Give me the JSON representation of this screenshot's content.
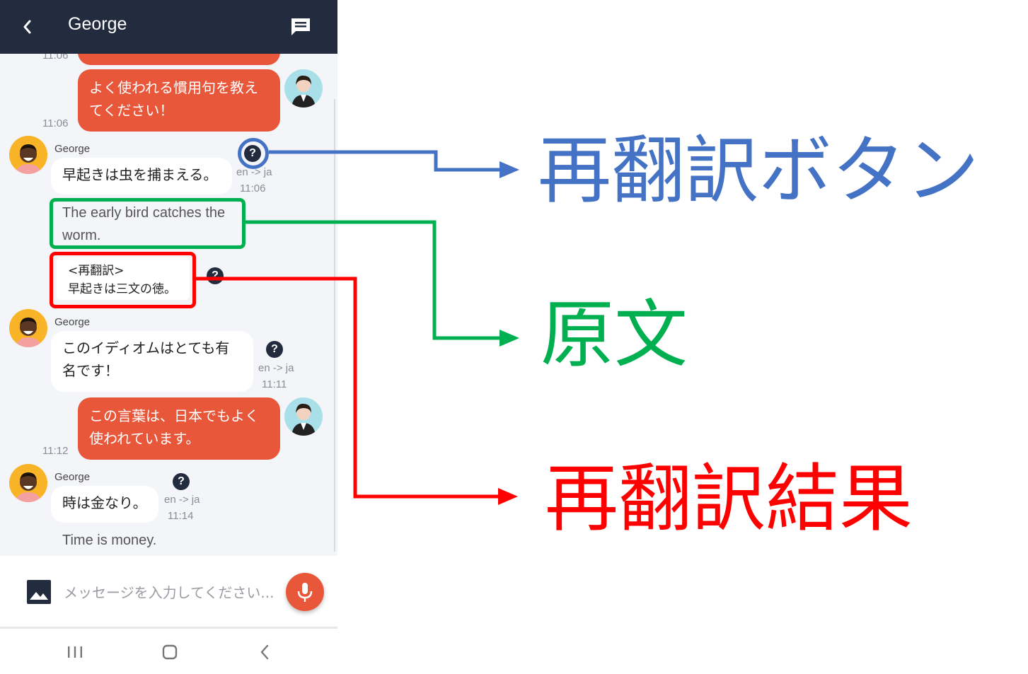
{
  "header": {
    "title": "George"
  },
  "messages": {
    "top_time": "11:06",
    "m1": {
      "text_line1": "よく使われる慣用句を教え",
      "text_line2": "てください！",
      "time": "11:06"
    },
    "m2": {
      "name": "George",
      "text": "早起きは虫を捕まえる。",
      "lang": "en -> ja",
      "time": "11:06",
      "original_line1": "The early bird catches the",
      "original_line2": "worm.",
      "retrans_label": "<再翻訳>",
      "retrans_text": "早起きは三文の徳。"
    },
    "m3": {
      "name": "George",
      "text_line1": "このイディオムはとても有",
      "text_line2": "名です！",
      "lang": "en -> ja",
      "time": "11:11"
    },
    "m4": {
      "text_line1": "この言葉は、日本でもよく",
      "text_line2": "使われています。",
      "time": "11:12"
    },
    "m5": {
      "name": "George",
      "text": "時は金なり。",
      "lang": "en -> ja",
      "time": "11:14",
      "original": "Time is money."
    }
  },
  "input": {
    "placeholder": "メッセージを入力してください..."
  },
  "annotations": {
    "retranslate_button": "再翻訳ボタン",
    "original_text": "原文",
    "retranslate_result": "再翻訳結果"
  },
  "colors": {
    "blue": "#4472c4",
    "green": "#00b050",
    "red": "#ff0000",
    "accent": "#e9573a",
    "header": "#232b3e"
  }
}
